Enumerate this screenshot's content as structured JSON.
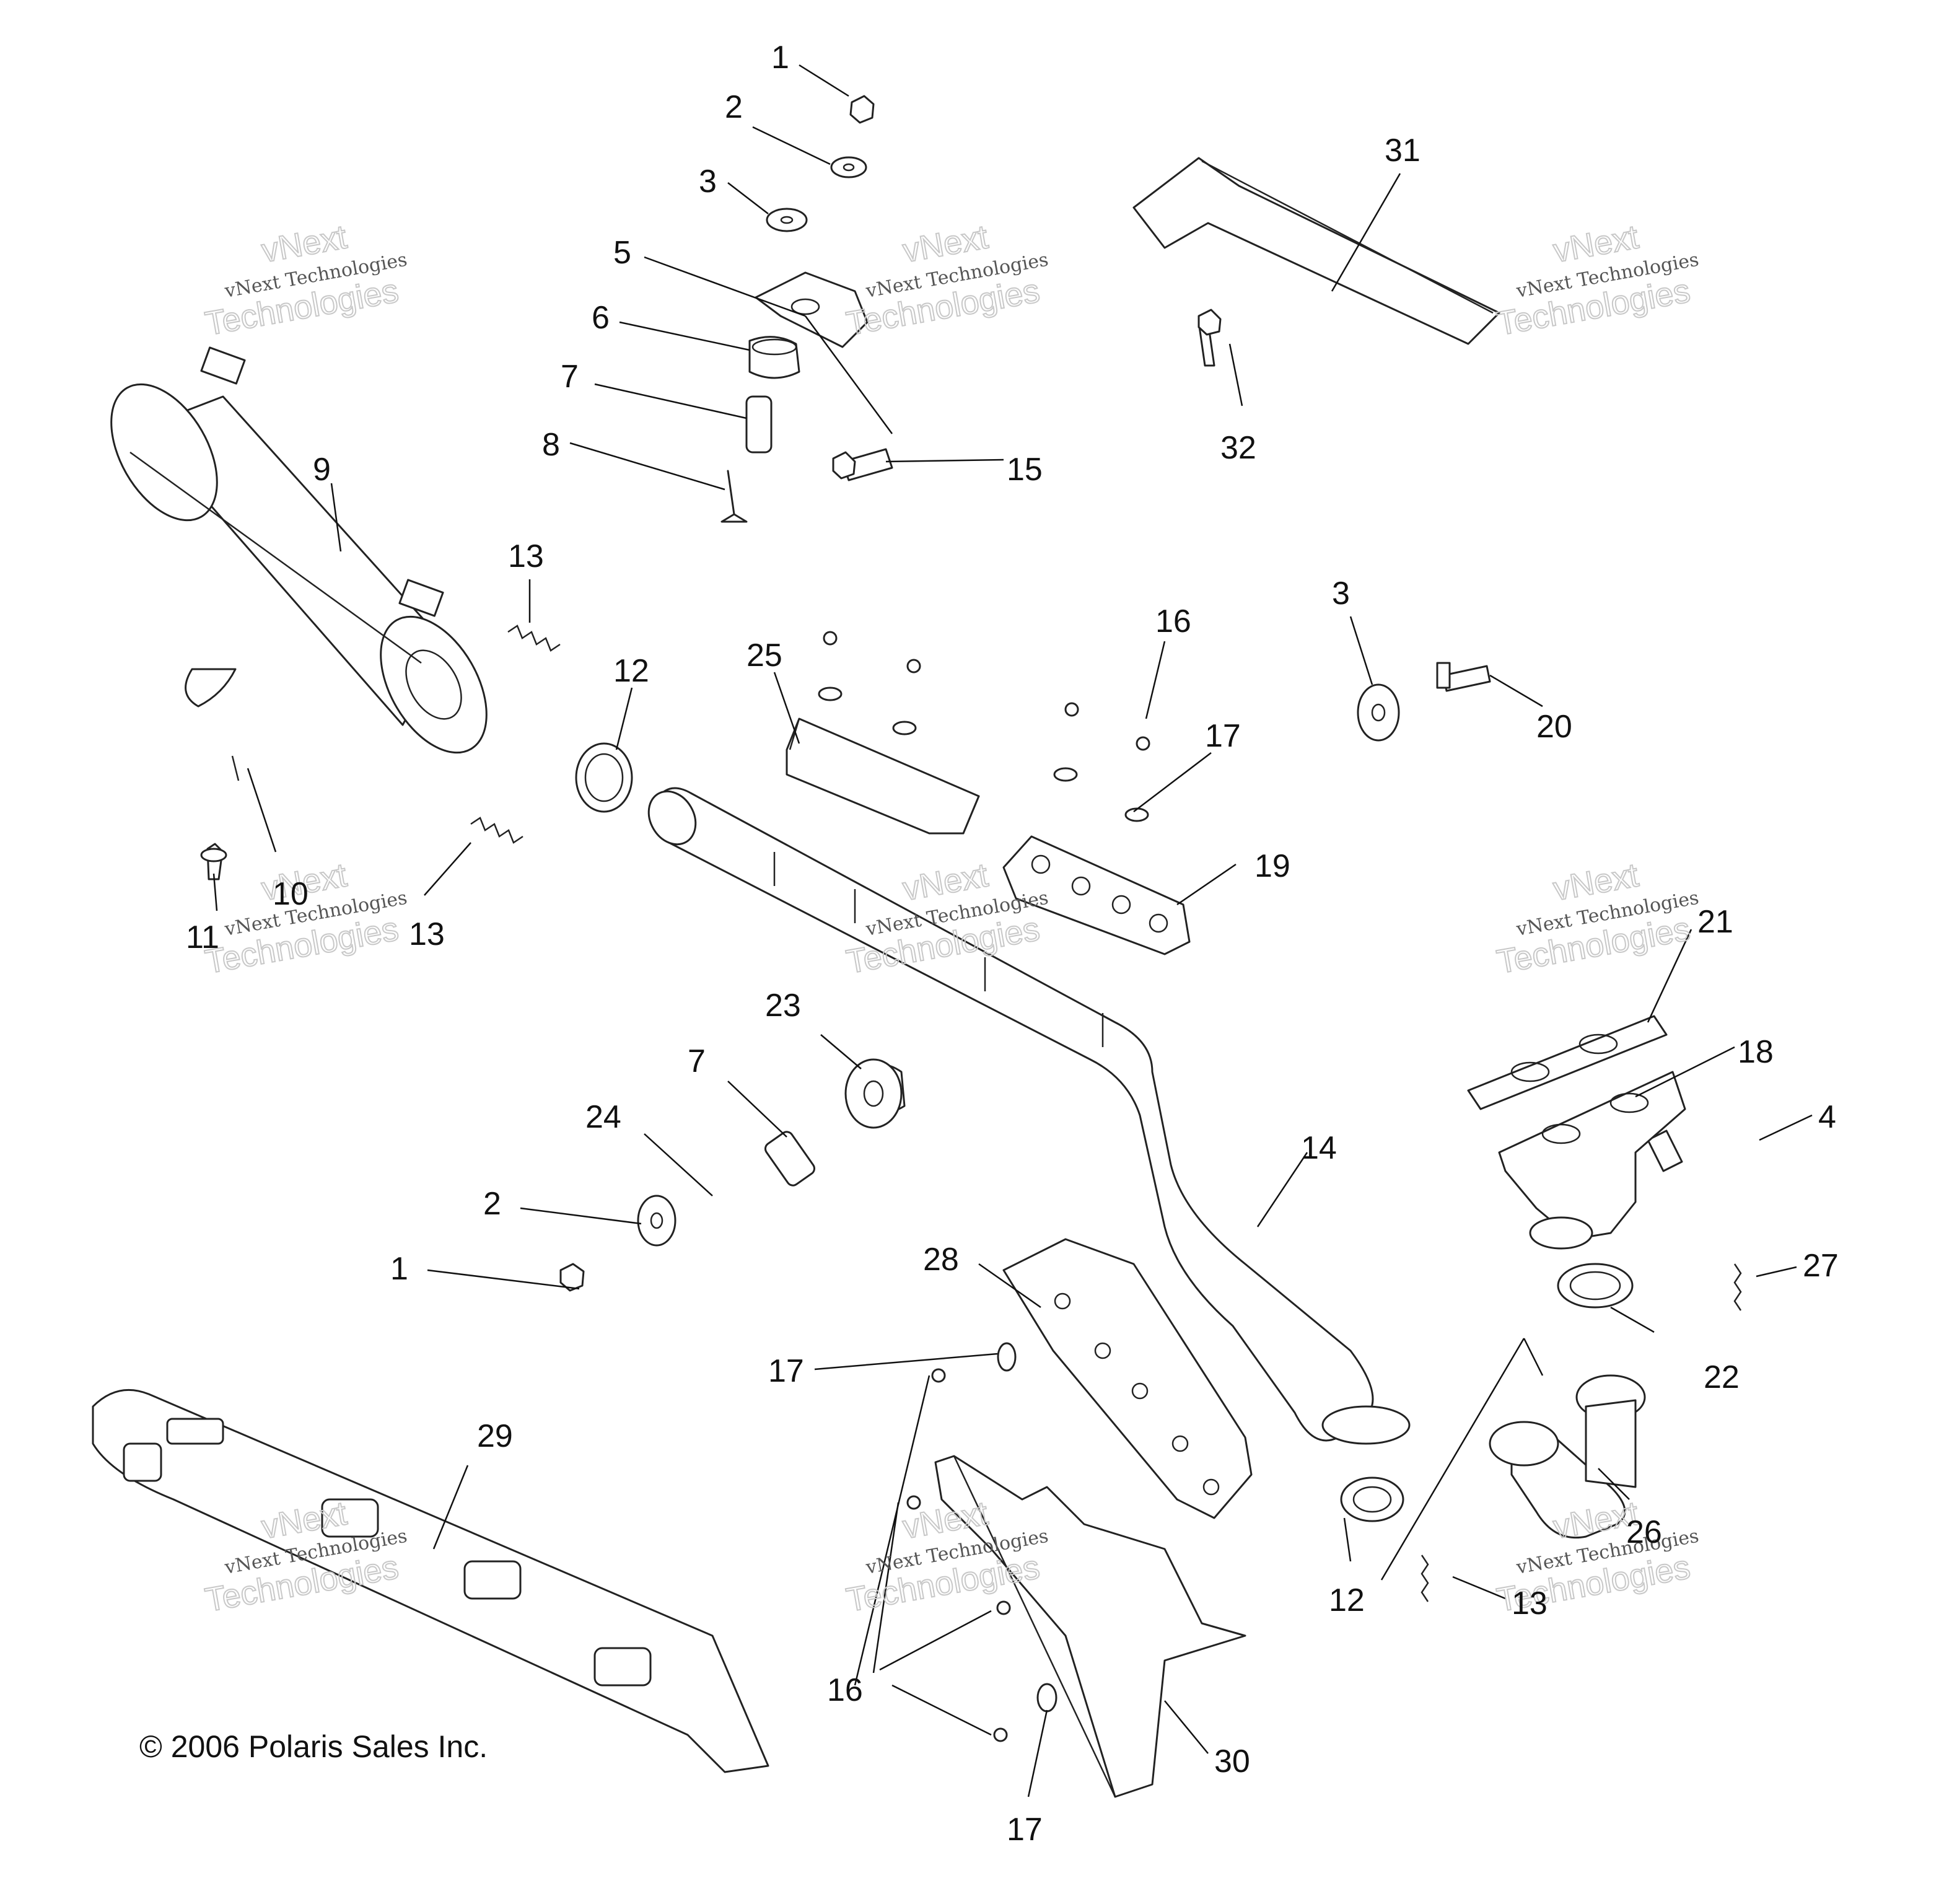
{
  "copyright": "© 2006 Polaris Sales Inc.",
  "watermark": {
    "line1": "vNext Technologies",
    "line2": "Technologies",
    "overlay": "vNext"
  },
  "callouts": [
    "1",
    "2",
    "3",
    "5",
    "6",
    "7",
    "8",
    "9",
    "13",
    "31",
    "32",
    "15",
    "12",
    "25",
    "16",
    "3",
    "20",
    "17",
    "11",
    "10",
    "13",
    "19",
    "21",
    "23",
    "7",
    "24",
    "2",
    "1",
    "14",
    "18",
    "4",
    "28",
    "27",
    "17",
    "22",
    "29",
    "26",
    "12",
    "13",
    "16",
    "30",
    "17"
  ],
  "icons": [
    "muffler",
    "heat-shield",
    "exhaust-pipe",
    "bracket",
    "gasket",
    "flange-pipe",
    "spring",
    "bolt",
    "nut",
    "washer",
    "grommet",
    "bushing"
  ]
}
